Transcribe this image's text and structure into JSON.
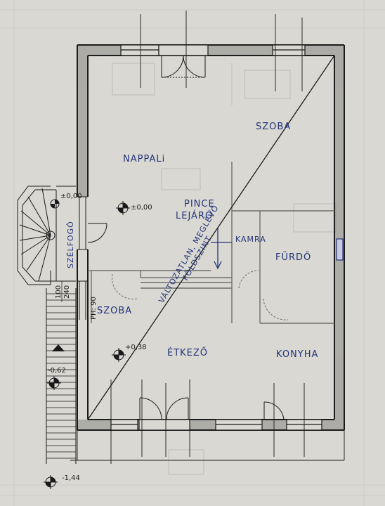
{
  "rooms": {
    "nappali": "NAPPALi",
    "szoba_top": "SZOBA",
    "pince": "PINCE",
    "lejaro": "LEJÁRÓ",
    "kamra": "KAMRA",
    "furdo": "FÜRDŐ",
    "szoba_left": "SZOBA",
    "etkezo": "ÉTKEZŐ",
    "konyha": "KONYHA",
    "szelfogo": "SZÉLFOGÓ"
  },
  "annotations": {
    "diagonal_1": "VÁLTOZATLAN, MEGLÉVŐ",
    "diagonal_2": "FÖLDSZINT"
  },
  "levels": {
    "nappali_level": "±0,00",
    "stair_level": "±0,00",
    "szoba_level": "+0,38",
    "entry_level": "-0,62",
    "ground_level": "-1,44"
  },
  "dimensions": {
    "door_w": "100",
    "door_h": "240",
    "parapet": "PH: 90"
  },
  "colors": {
    "paper": "#d9d8d2",
    "wall": "#1a1a1a",
    "ink": "#23337a",
    "grid": "#a9aaa6"
  }
}
